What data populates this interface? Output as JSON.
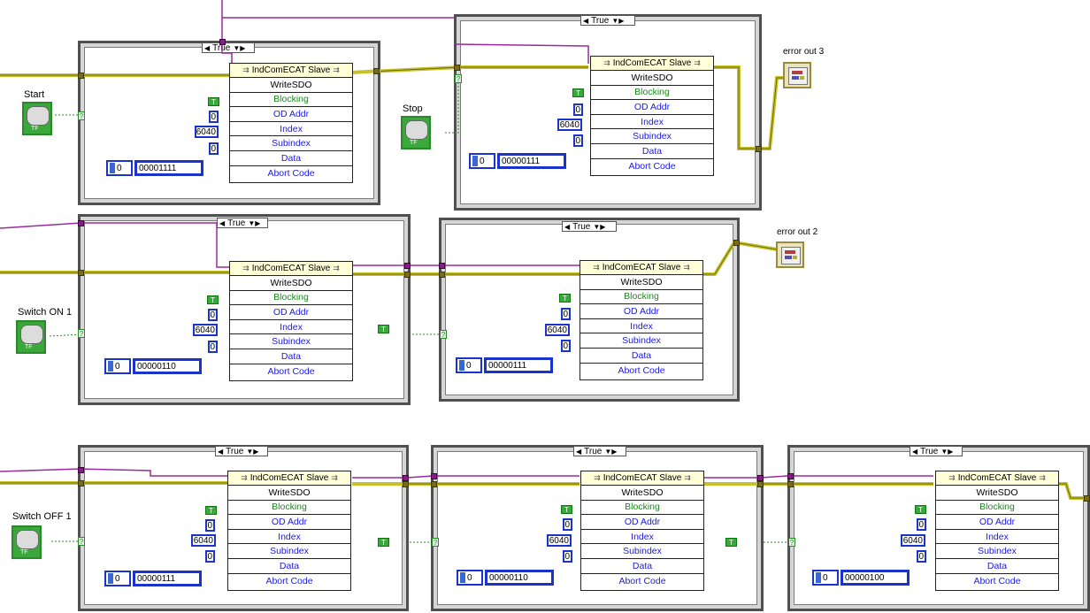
{
  "controls": {
    "start": "Start",
    "stop": "Stop",
    "switch_on": "Switch ON 1",
    "switch_off": "Switch OFF 1",
    "error_out_3": "error out 3",
    "error_out_2": "error out 2",
    "tf": "TF"
  },
  "case_selector": "True",
  "subvi": {
    "title": "IndComECAT Slave",
    "method": "WriteSDO",
    "rows": [
      "Blocking",
      "OD Addr",
      "Index",
      "Subindex",
      "Data",
      "Abort Code"
    ]
  },
  "consts": {
    "bool": "T",
    "od_addr": "0",
    "index": "6040",
    "subindex": "0",
    "radix": "0"
  },
  "data_values": {
    "b1": "00001111",
    "b2": "00000111",
    "b3": "00000110",
    "b4": "00000111",
    "b5": "00000111",
    "b6": "00000110",
    "b7": "00000100"
  },
  "colors": {
    "error_wire": "#c8c22a",
    "ref_wire": "#9a2a9a",
    "bool_green": "#2a8a2a",
    "numeric_blue": "#1a33cc"
  }
}
